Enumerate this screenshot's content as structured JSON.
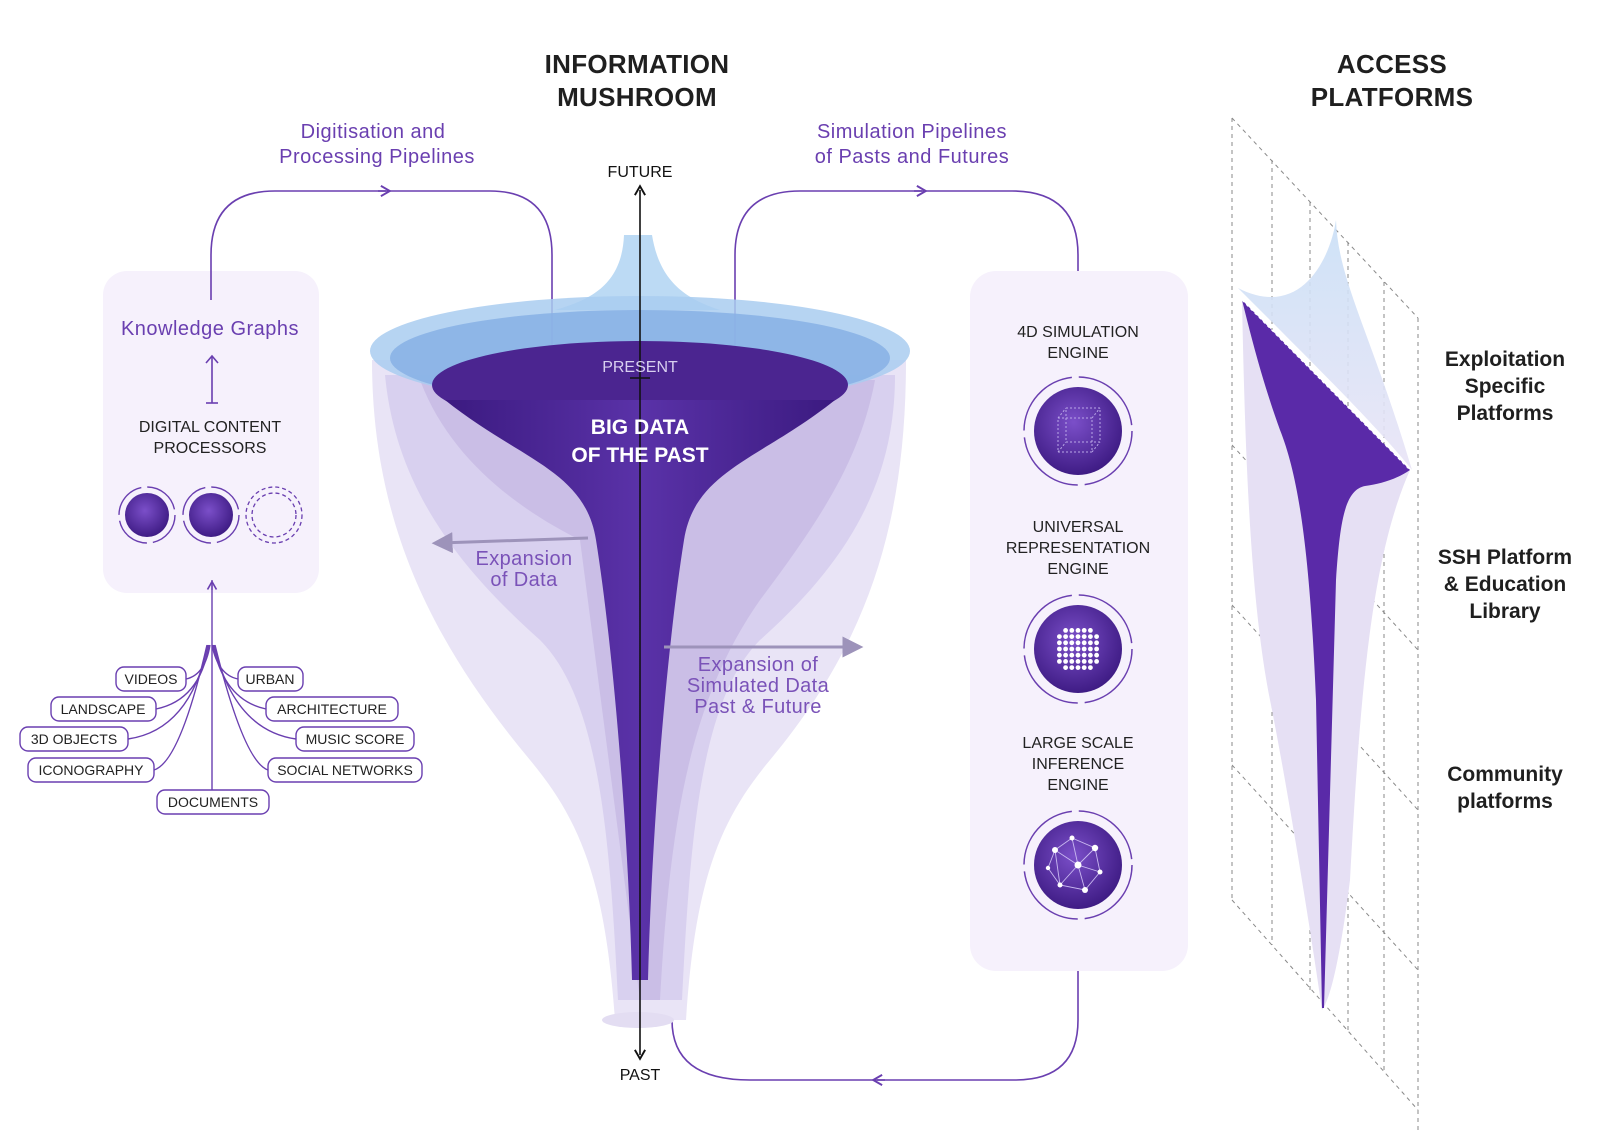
{
  "headings": {
    "mushroom": [
      "INFORMATION",
      "MUSHROOM"
    ],
    "access": [
      "ACCESS",
      "PLATFORMS"
    ]
  },
  "pipelines": {
    "digitisation": [
      "Digitisation and",
      "Processing Pipelines"
    ],
    "simulation": [
      "Simulation Pipelines",
      "of Pasts and Futures"
    ]
  },
  "axis": {
    "future": "FUTURE",
    "present": "PRESENT",
    "past": "PAST"
  },
  "core": [
    "BIG DATA",
    "OF THE PAST"
  ],
  "expansion": {
    "data": [
      "Expansion",
      "of Data"
    ],
    "simulated": [
      "Expansion of",
      "Simulated Data",
      "Past & Future"
    ]
  },
  "left_panel": {
    "knowledge_graphs": "Knowledge Graphs",
    "processors": [
      "DIGITAL CONTENT",
      "PROCESSORS"
    ]
  },
  "sources": [
    "VIDEOS",
    "URBAN",
    "LANDSCAPE",
    "ARCHITECTURE",
    "3D OBJECTS",
    "MUSIC SCORE",
    "ICONOGRAPHY",
    "SOCIAL NETWORKS",
    "DOCUMENTS"
  ],
  "engines": [
    {
      "label": [
        "4D SIMULATION",
        "ENGINE"
      ],
      "icon": "cube-icon"
    },
    {
      "label": [
        "UNIVERSAL",
        "REPRESENTATION",
        "ENGINE"
      ],
      "icon": "dot-grid-icon"
    },
    {
      "label": [
        "LARGE SCALE",
        "INFERENCE",
        "ENGINE"
      ],
      "icon": "network-icon"
    }
  ],
  "platforms": [
    [
      "Exploitation",
      "Specific",
      "Platforms"
    ],
    [
      "SSH Platform",
      "& Education",
      "Library"
    ],
    [
      "Community",
      "platforms"
    ]
  ],
  "colors": {
    "accent": "#6a3fb0",
    "core": "#4b2590",
    "funnel_light": "#e9e4f6",
    "funnel_mid": "#c9bde6",
    "cap_blue": "#7fa8e0",
    "panel": "#f6f1fc"
  }
}
